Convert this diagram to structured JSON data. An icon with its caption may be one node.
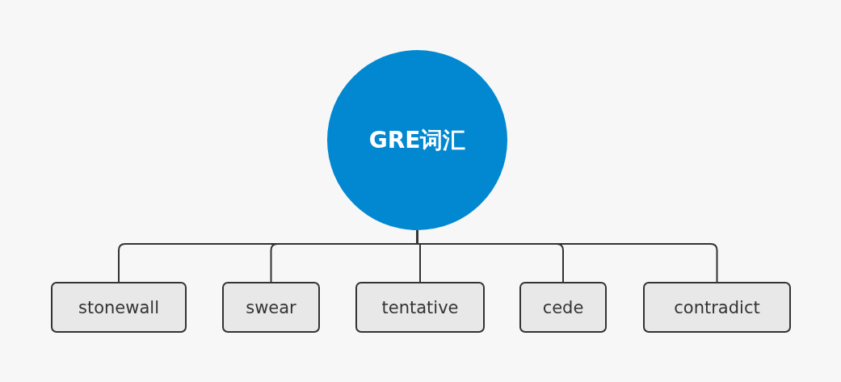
{
  "diagram": {
    "nodes": [
      {
        "text": [
          "GRE词汇"
        ]
      },
      {
        "text": [
          "stonewall"
        ]
      },
      {
        "text": [
          "swear"
        ]
      },
      {
        "text": [
          "tentative"
        ]
      },
      {
        "text": [
          "cede"
        ]
      },
      {
        "text": [
          "contradict"
        ]
      }
    ],
    "edges": [
      {
        "from": 0,
        "to": 1,
        "arrow": "none"
      },
      {
        "from": 0,
        "to": 2,
        "arrow": "none"
      },
      {
        "from": 0,
        "to": 3,
        "arrow": "none"
      },
      {
        "from": 0,
        "to": 4,
        "arrow": "none"
      },
      {
        "from": 0,
        "to": 5,
        "arrow": "none"
      }
    ]
  }
}
